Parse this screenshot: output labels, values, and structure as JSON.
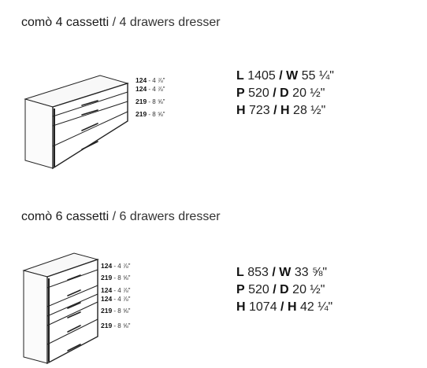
{
  "dresser4": {
    "title_it": "comò 4 cassetti",
    "title_sep": " / ",
    "title_en": "4 drawers dresser",
    "labels": [
      {
        "mm": "124",
        "inch": " - 4 ⅞\""
      },
      {
        "mm": "124",
        "inch": " - 4 ⅞\""
      },
      {
        "mm": "219",
        "inch": " - 8 ⅝\""
      },
      {
        "mm": "219",
        "inch": " - 8 ⅝\""
      }
    ],
    "dims": [
      {
        "k1": "L",
        "v1": " 1405 ",
        "sep": "/",
        "k2": " W",
        "v2": " 55 ¼\""
      },
      {
        "k1": "P",
        "v1": " 520 ",
        "sep": "/",
        "k2": " D",
        "v2": " 20 ½\""
      },
      {
        "k1": "H",
        "v1": " 723 ",
        "sep": "/",
        "k2": " H",
        "v2": " 28 ½\""
      }
    ]
  },
  "dresser6": {
    "title_it": "comò 6 cassetti",
    "title_sep": " / ",
    "title_en": "6 drawers dresser",
    "labels": [
      {
        "mm": "124",
        "inch": " - 4 ⅞\""
      },
      {
        "mm": "219",
        "inch": " - 8 ⅝\""
      },
      {
        "mm": "124",
        "inch": " - 4 ⅞\""
      },
      {
        "mm": "124",
        "inch": " - 4 ⅞\""
      },
      {
        "mm": "219",
        "inch": " - 8 ⅝\""
      },
      {
        "mm": "219",
        "inch": " - 8 ⅝\""
      }
    ],
    "dims": [
      {
        "k1": "L",
        "v1": " 853 ",
        "sep": "/",
        "k2": " W",
        "v2": " 33 ⅝\""
      },
      {
        "k1": "P",
        "v1": " 520 ",
        "sep": "/",
        "k2": " D",
        "v2": " 20 ½\""
      },
      {
        "k1": "H",
        "v1": " 1074 ",
        "sep": "/",
        "k2": " H",
        "v2": " 42 ¼\""
      }
    ]
  }
}
